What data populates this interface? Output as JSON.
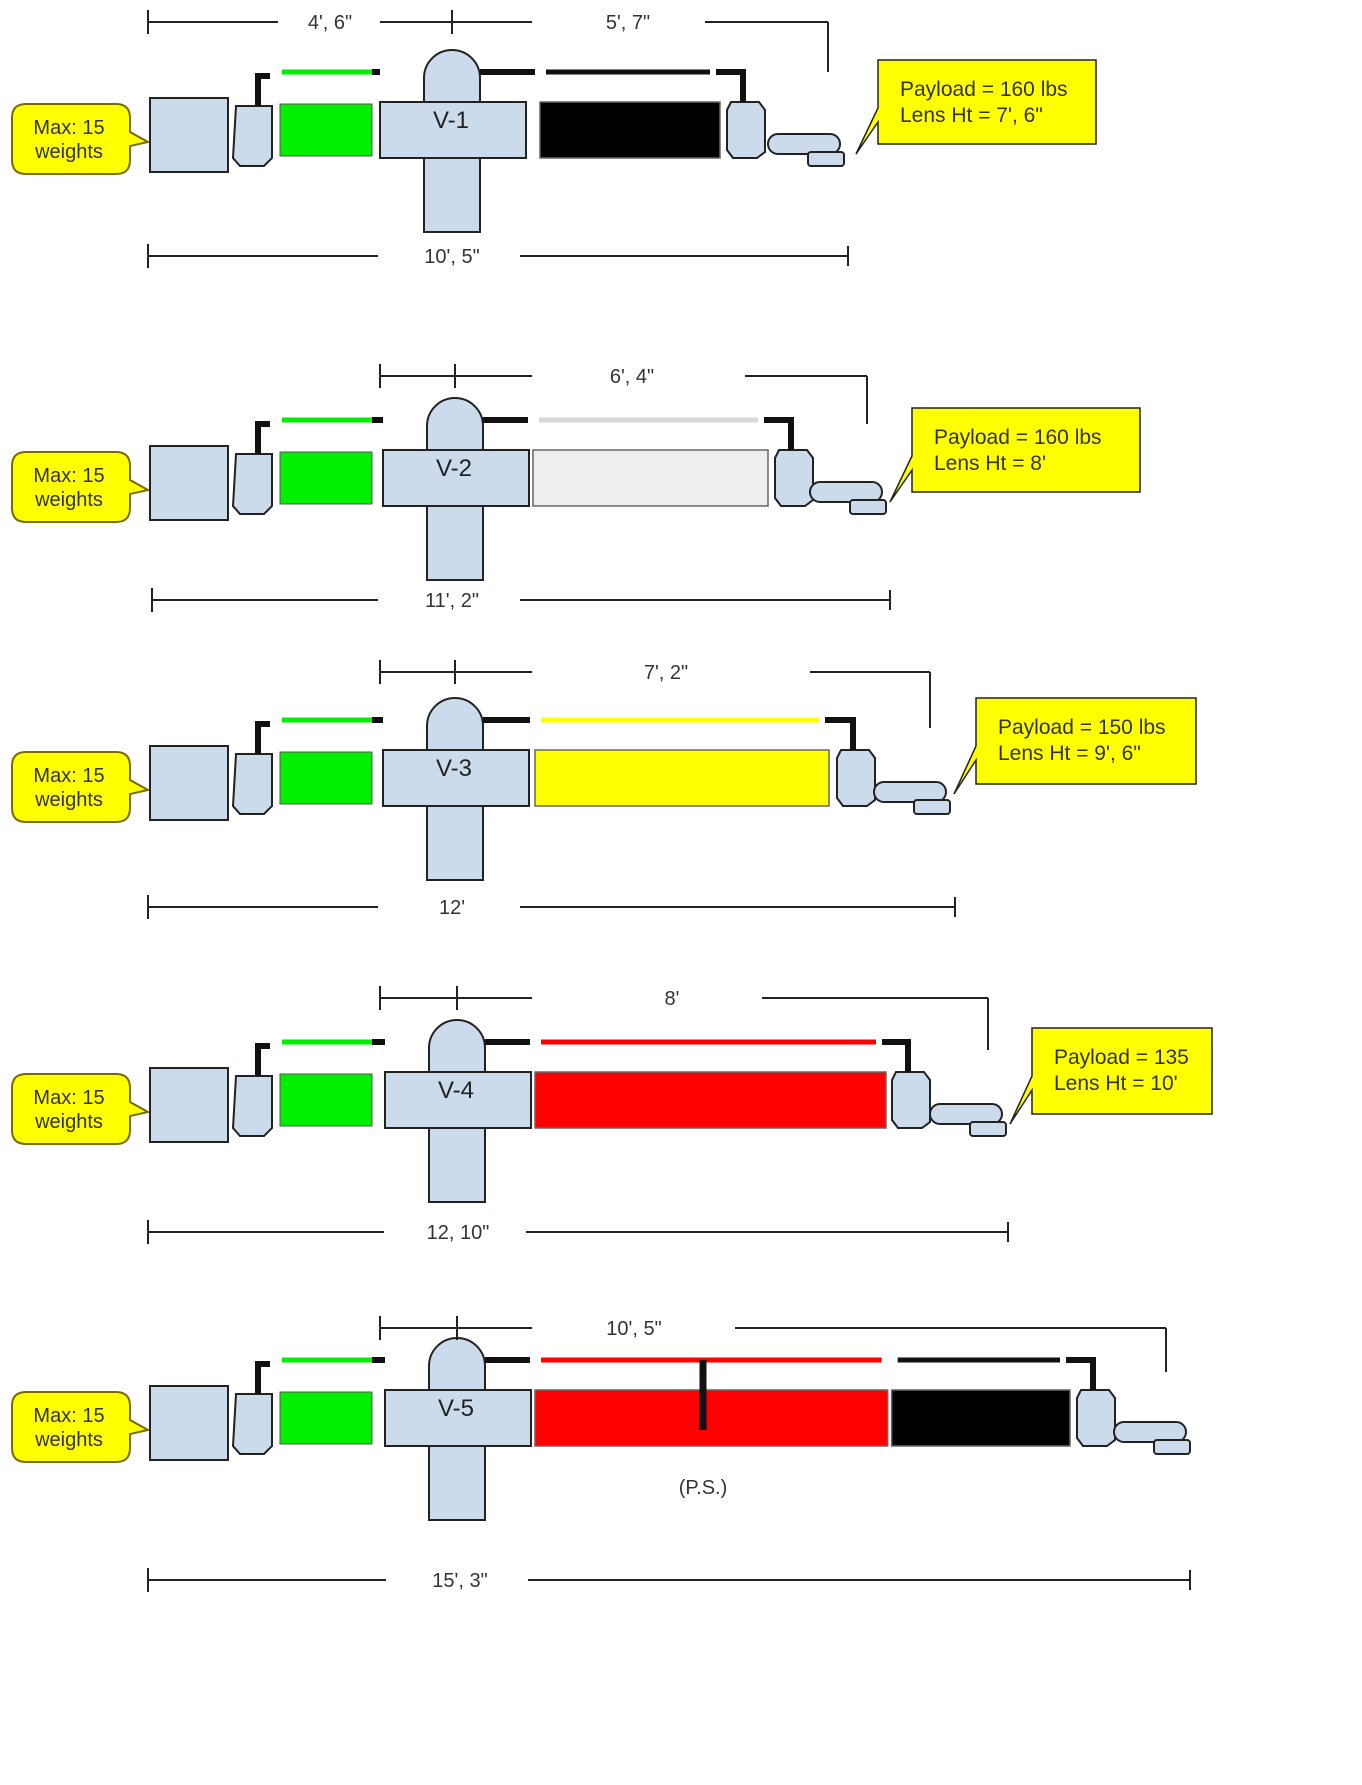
{
  "colors": {
    "part_fill": "#ccdbeb",
    "callout_fill": "#ffff00",
    "green": "#00ee00",
    "black": "#000000",
    "light_gray": "#eeeeee",
    "yellow": "#ffff00",
    "red": "#ff0000"
  },
  "configs": [
    {
      "id": "V-1",
      "max_label": [
        "Max: 15",
        "weights"
      ],
      "payload": "Payload = 160 lbs",
      "lens_ht": "Lens Ht  = 7', 6\"",
      "top_dims": [
        "4', 6\"",
        "5', 7\""
      ],
      "total_dim": "10', 5\"",
      "segments": [
        {
          "color": "black",
          "length": 1
        }
      ]
    },
    {
      "id": "V-2",
      "max_label": [
        "Max: 15",
        "weights"
      ],
      "payload": "Payload = 160 lbs",
      "lens_ht": "Lens Ht  = 8'",
      "top_dims": [
        "6', 4\""
      ],
      "total_dim": "11', 2\"",
      "segments": [
        {
          "color": "light_gray",
          "length": 1
        }
      ]
    },
    {
      "id": "V-3",
      "max_label": [
        "Max: 15",
        "weights"
      ],
      "payload": "Payload = 150 lbs",
      "lens_ht": "Lens Ht  = 9', 6\"",
      "top_dims": [
        "7', 2\""
      ],
      "total_dim": "12'",
      "segments": [
        {
          "color": "yellow",
          "length": 1
        }
      ]
    },
    {
      "id": "V-4",
      "max_label": [
        "Max: 15",
        "weights"
      ],
      "payload": "Payload = 135",
      "lens_ht": "Lens Ht  = 10'",
      "top_dims": [
        "8'"
      ],
      "total_dim": "12, 10\"",
      "segments": [
        {
          "color": "red",
          "length": 1
        }
      ]
    },
    {
      "id": "V-5",
      "max_label": [
        "Max: 15",
        "weights"
      ],
      "payload": "",
      "lens_ht": "",
      "top_dims": [
        "10', 5\""
      ],
      "total_dim": "15', 3\"",
      "segments": [
        {
          "color": "red",
          "length": 2
        },
        {
          "color": "black",
          "length": 1
        }
      ],
      "note": "(P.S.)"
    }
  ]
}
